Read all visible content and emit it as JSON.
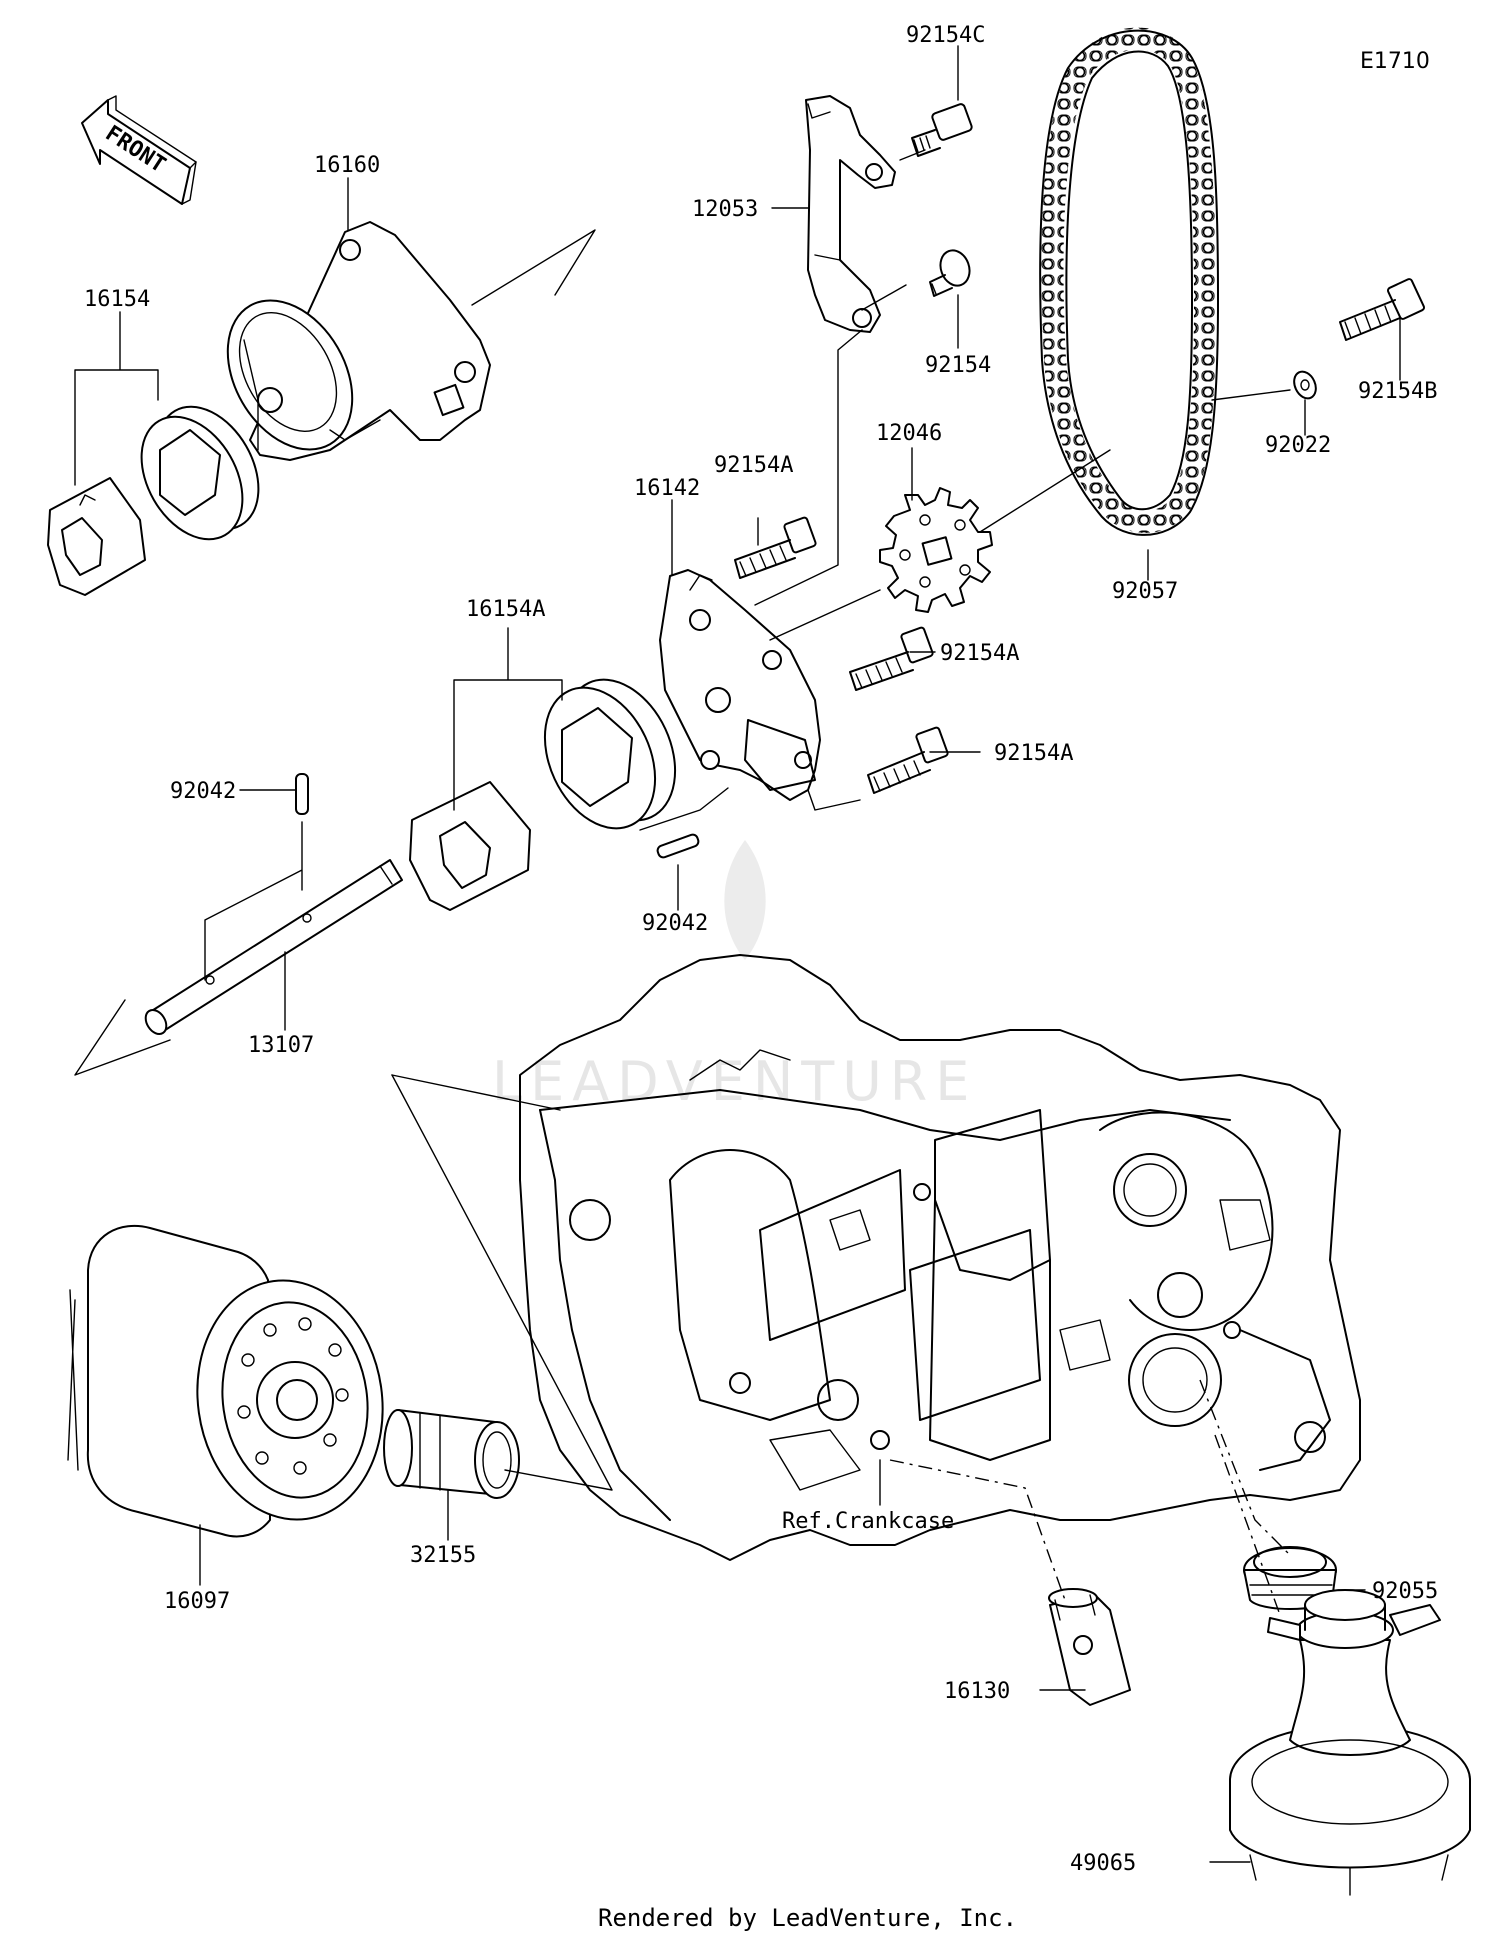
{
  "diagram_code": "E1710",
  "direction_label": "FRONT",
  "watermark": "LEADVENTURE",
  "footer": "Rendered by LeadVenture, Inc.",
  "parts": {
    "p16160": "16160",
    "p16154": "16154",
    "p12053": "12053",
    "p92154C": "92154C",
    "p92154": "92154",
    "p92154B": "92154B",
    "p92022": "92022",
    "p92057": "92057",
    "p12046": "12046",
    "p92154A_1": "92154A",
    "p16142": "16142",
    "p92154A_2": "92154A",
    "p92154A_3": "92154A",
    "p16154A": "16154A",
    "p92042_1": "92042",
    "p92042_2": "92042",
    "p13107": "13107",
    "p16097": "16097",
    "p32155": "32155",
    "ref_crankcase": "Ref.Crankcase",
    "p16130": "16130",
    "p92055": "92055",
    "p49065": "49065"
  }
}
